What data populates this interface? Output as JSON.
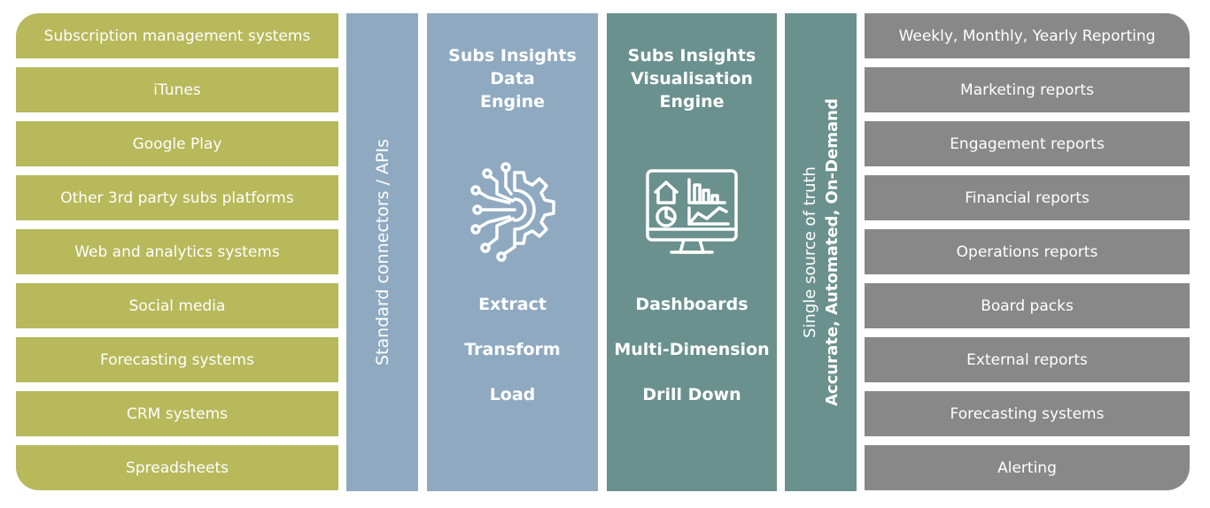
{
  "sources": [
    "Subscription management systems",
    "iTunes",
    "Google Play",
    "Other 3rd party subs platforms",
    "Web and analytics systems",
    "Social media",
    "Forecasting systems",
    "CRM systems",
    "Spreadsheets"
  ],
  "connectors": {
    "label": "Standard connectors / APIs"
  },
  "data_engine": {
    "title": "Subs Insights\nData\nEngine",
    "icon": "gear-circuit-icon",
    "steps": [
      "Extract",
      "Transform",
      "Load"
    ]
  },
  "vis_engine": {
    "title": "Subs Insights\nVisualisation\nEngine",
    "icon": "monitor-dashboard-icon",
    "features": [
      "Dashboards",
      "Multi-Dimension",
      "Drill Down"
    ]
  },
  "truth": {
    "line1": "Single source of truth",
    "line2": "Accurate, Automated, On-Demand"
  },
  "reports": [
    "Weekly, Monthly, Yearly Reporting",
    "Marketing reports",
    "Engagement reports",
    "Financial reports",
    "Operations reports",
    "Board packs",
    "External reports",
    "Forecasting systems",
    "Alerting"
  ],
  "colors": {
    "sources": "#b7b95b",
    "data_columns": "#8faac0",
    "vis_columns": "#6a918e",
    "reports": "#888888"
  }
}
